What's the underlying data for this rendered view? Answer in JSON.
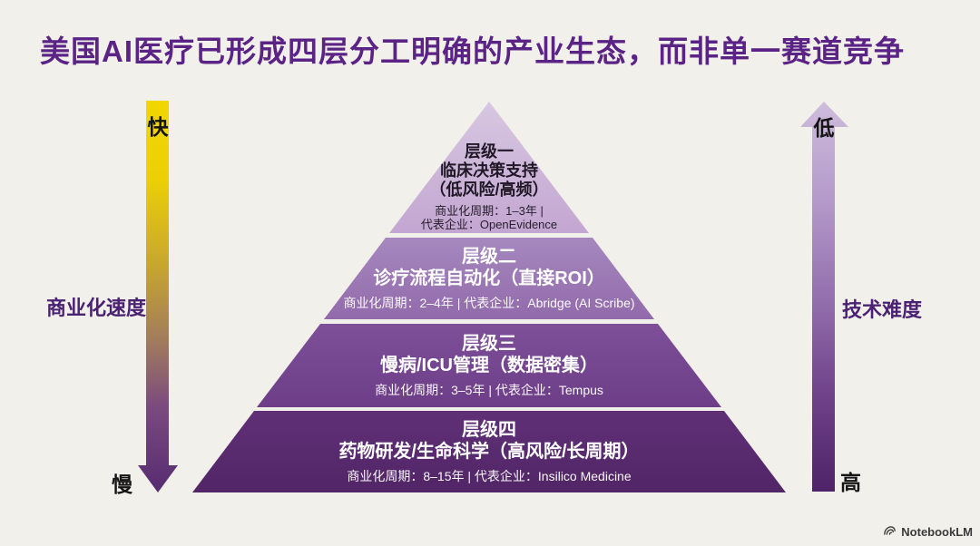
{
  "title": "美国AI医疗已形成四层分工明确的产业生态，而非单一赛道竞争",
  "left_axis": {
    "label": "商业化速度",
    "top_cap": "快",
    "bottom_cap": "慢",
    "direction": "down",
    "gradient_top": "#f2d602",
    "gradient_bottom": "#572b71"
  },
  "right_axis": {
    "label": "技术难度",
    "top_cap": "低",
    "bottom_cap": "高",
    "direction": "up",
    "gradient_top": "#cebcdc",
    "gradient_bottom": "#4e2367"
  },
  "pyramid": {
    "levels": [
      {
        "name": "层级一",
        "subtitle": "临床决策支持",
        "subtitle2": "（低风险/高频）",
        "info_line1": "商业化周期：1–3年 |",
        "info_line2": "代表企业：OpenEvidence",
        "fill": "#c3a6d1",
        "text_color": "#201826"
      },
      {
        "name": "层级二",
        "subtitle": "诊疗流程自动化（直接ROI）",
        "info": "商业化周期：2–4年 | 代表企业：Abridge (AI Scribe)",
        "fill": "#9a74b3",
        "text_color": "#ffffff"
      },
      {
        "name": "层级三",
        "subtitle": "慢病/ICU管理（数据密集）",
        "info": "商业化周期：3–5年 | 代表企业：Tempus",
        "fill": "#754691",
        "text_color": "#ffffff"
      },
      {
        "name": "层级四",
        "subtitle": "药物研发/生命科学（高风险/长周期）",
        "info": "商业化周期：8–15年 | 代表企业：Insilico Medicine",
        "fill": "#582b6f",
        "text_color": "#ffffff"
      }
    ]
  },
  "footer": {
    "brand": "NotebookLM"
  },
  "colors": {
    "background": "#f2f0ea",
    "title_text": "#5a2385",
    "axis_label_text": "#4b2173"
  }
}
